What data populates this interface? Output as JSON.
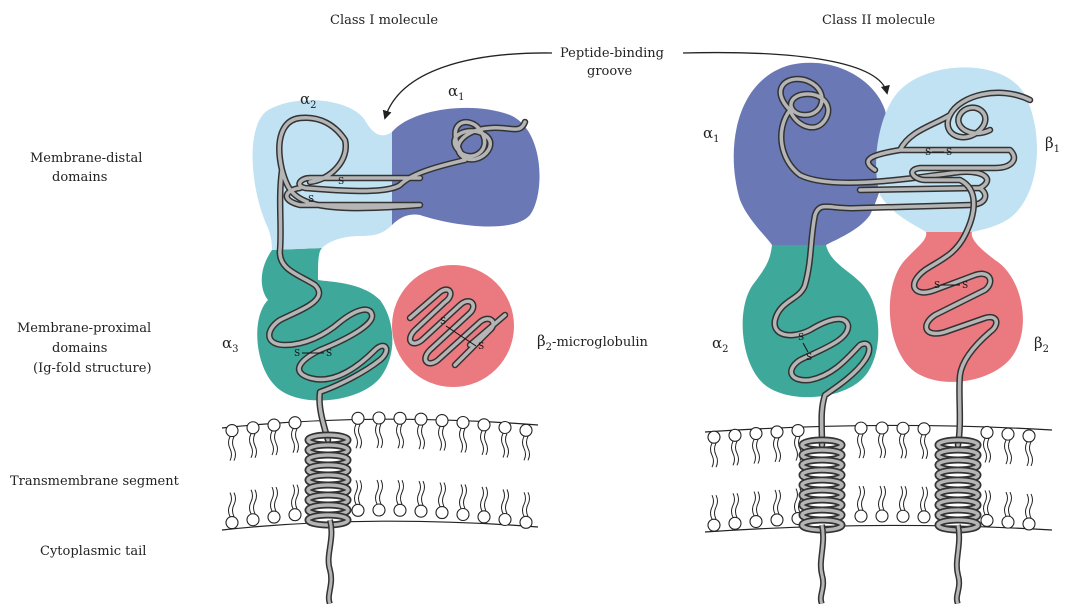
{
  "titles": {
    "class_one": "Class I molecule",
    "class_two": "Class II molecule"
  },
  "groove": {
    "line1": "Peptide-binding",
    "line2": "groove"
  },
  "row_labels": {
    "distal_1": "Membrane-distal",
    "distal_2": "domains",
    "proximal_1": "Membrane-proximal",
    "proximal_2": "domains",
    "proximal_3": "(Ig-fold structure)",
    "transmembrane": "Transmembrane segment",
    "cytoplasmic": "Cytoplasmic tail"
  },
  "class_one_domains": {
    "alpha2": "α",
    "alpha2_sub": "2",
    "alpha1": "α",
    "alpha1_sub": "1",
    "alpha3": "α",
    "alpha3_sub": "3",
    "beta2m": "β",
    "beta2m_sub": "2",
    "beta2m_rest": "-microglobulin"
  },
  "class_two_domains": {
    "alpha1": "α",
    "alpha1_sub": "1",
    "beta1": "β",
    "beta1_sub": "1",
    "alpha2": "α",
    "alpha2_sub": "2",
    "beta2": "β",
    "beta2_sub": "2"
  },
  "disulfide": "S",
  "colors": {
    "alpha1_blue": "#6a79b5",
    "alpha2_light_blue": "#c0e2f3",
    "alpha3_teal": "#3ea99a",
    "beta2m_pink": "#ea7a80",
    "strand_gray": "#9a9a9a"
  }
}
